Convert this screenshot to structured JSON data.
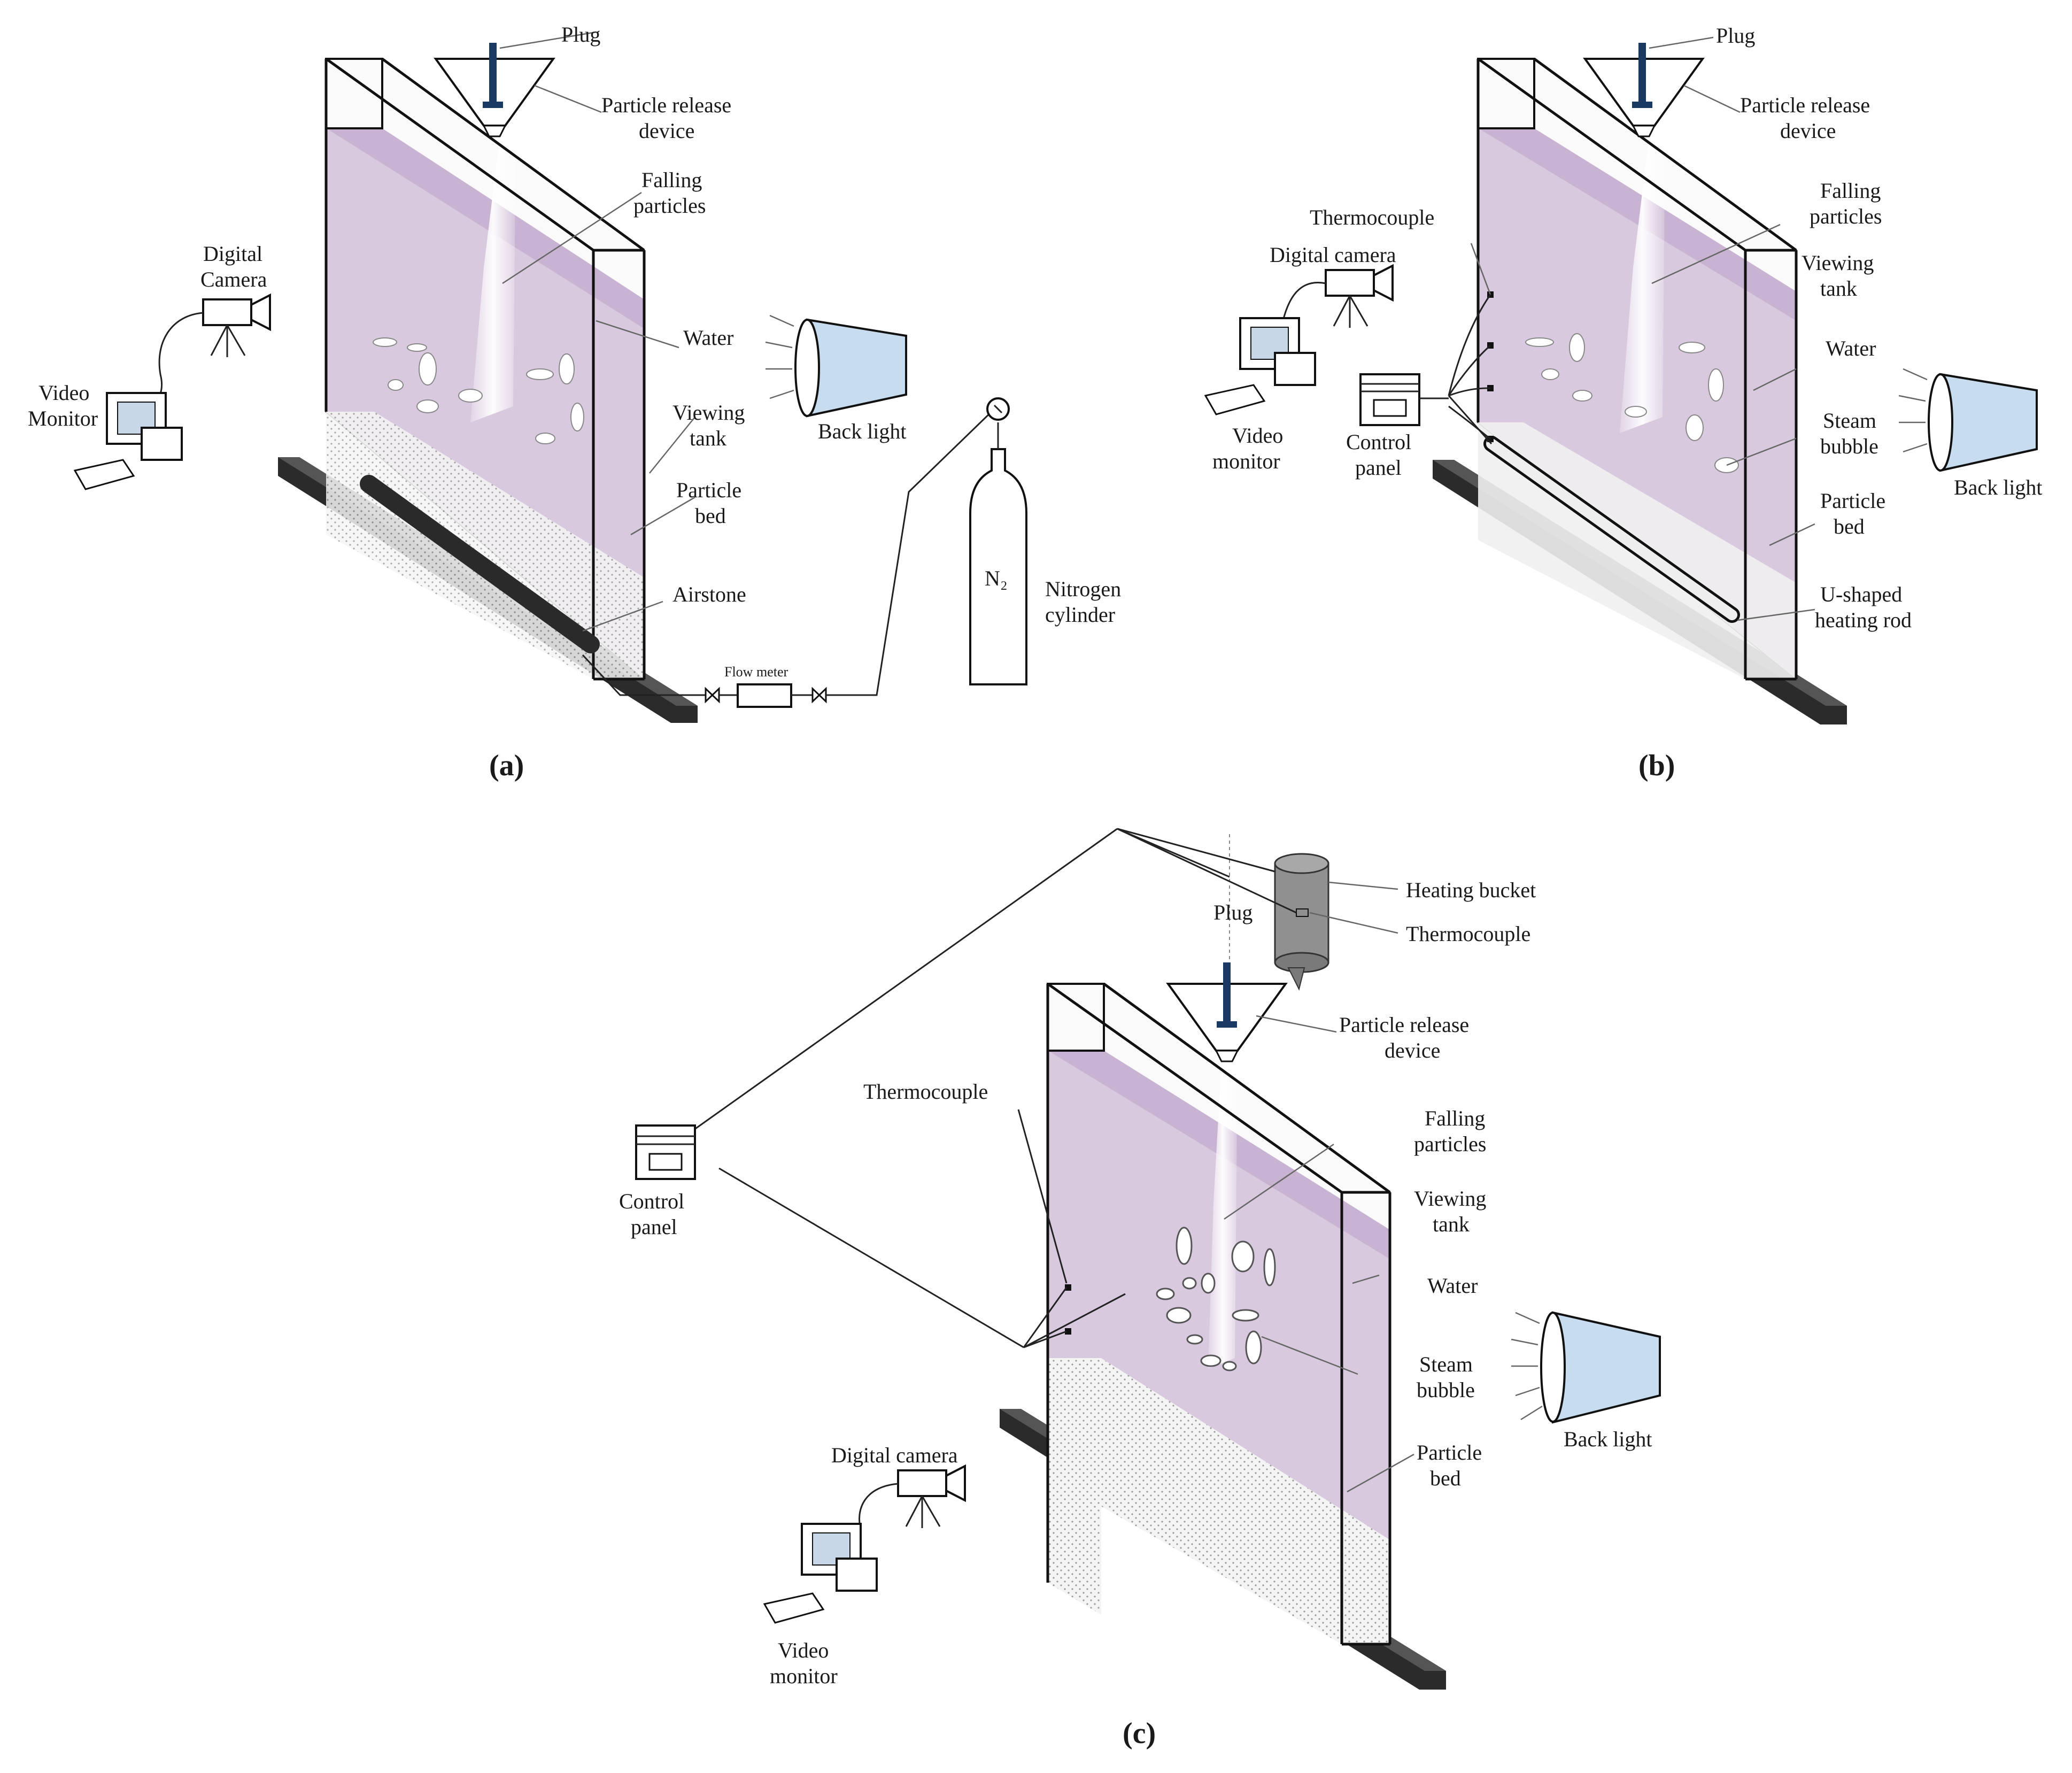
{
  "colors": {
    "water": "#d9c9df",
    "water_dark": "#c9b3d2",
    "bed": "#f2f2f2",
    "back_light": "#c8dcef",
    "plug": "#1b3a63",
    "base": "#2b2b2b"
  },
  "panel_a": {
    "caption": "(a)",
    "labels": {
      "plug": "Plug",
      "release_1": "Particle release",
      "release_2": "device",
      "falling_1": "Falling",
      "falling_2": "particles",
      "camera_1": "Digital",
      "camera_2": "Camera",
      "monitor_1": "Video",
      "monitor_2": "Monitor",
      "water": "Water",
      "tank_1": "Viewing",
      "tank_2": "tank",
      "bed_1": "Particle",
      "bed_2": "bed",
      "airstone": "Airstone",
      "back_light": "Back light",
      "flow_meter": "Flow meter",
      "n2": "N₂",
      "nitrogen_1": "Nitrogen",
      "nitrogen_2": "cylinder"
    }
  },
  "panel_b": {
    "caption": "(b)",
    "labels": {
      "plug": "Plug",
      "release_1": "Particle release",
      "release_2": "device",
      "thermocouple": "Thermocouple",
      "camera": "Digital camera",
      "monitor_1": "Video",
      "monitor_2": "monitor",
      "control_1": "Control",
      "control_2": "panel",
      "falling_1": "Falling",
      "falling_2": "particles",
      "tank_1": "Viewing",
      "tank_2": "tank",
      "water": "Water",
      "steam_1": "Steam",
      "steam_2": "bubble",
      "bed_1": "Particle",
      "bed_2": "bed",
      "rod_1": "U-shaped",
      "rod_2": "heating rod",
      "back_light": "Back light"
    }
  },
  "panel_c": {
    "caption": "(c)",
    "labels": {
      "heating_bucket": "Heating bucket",
      "thermocouple_top": "Thermocouple",
      "plug": "Plug",
      "release_1": "Particle release",
      "release_2": "device",
      "thermocouple": "Thermocouple",
      "control_1": "Control",
      "control_2": "panel",
      "falling_1": "Falling",
      "falling_2": "particles",
      "tank_1": "Viewing",
      "tank_2": "tank",
      "water": "Water",
      "steam_1": "Steam",
      "steam_2": "bubble",
      "back_light": "Back light",
      "bed_1": "Particle",
      "bed_2": "bed",
      "camera": "Digital camera",
      "monitor_1": "Video",
      "monitor_2": "monitor"
    }
  }
}
